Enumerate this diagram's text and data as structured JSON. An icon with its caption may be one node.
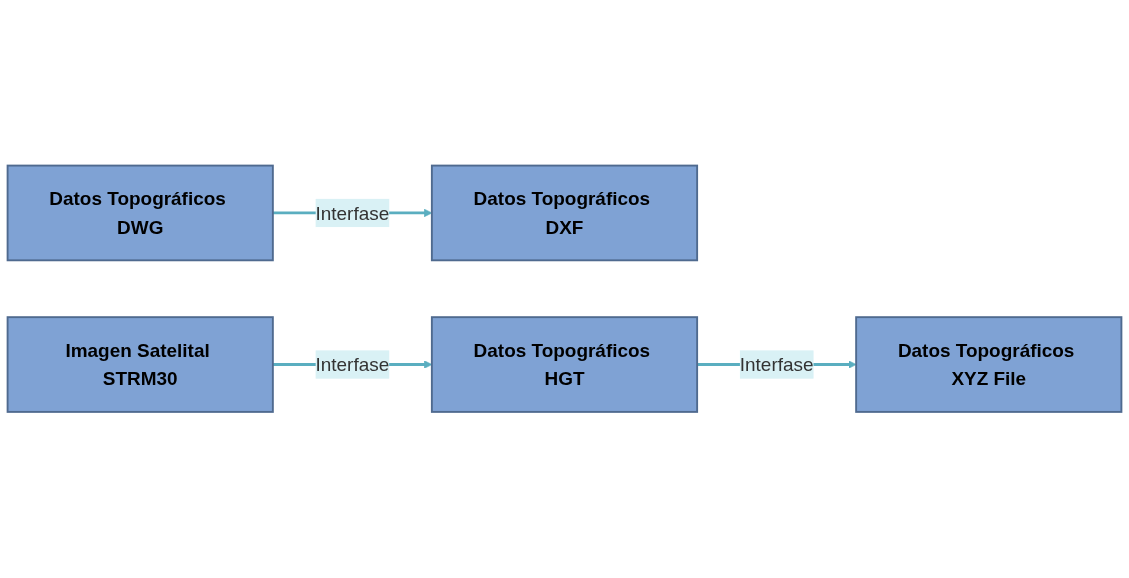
{
  "diagram": {
    "nodes": [
      {
        "text": [
          "Datos Topográficos DWG"
        ]
      },
      {
        "text": [
          "Datos Topográficos DXF"
        ]
      },
      {
        "text": [
          "Datos Topográficos XYZ File"
        ]
      },
      {
        "text": [
          "Imagen Satelital STRM30"
        ]
      },
      {
        "text": [
          "Datos Topográficos HGT"
        ]
      }
    ],
    "edges": [
      {
        "from": 0,
        "to": 1,
        "arrow": "to",
        "label": "Interfase"
      },
      {
        "from": 3,
        "to": 4,
        "arrow": "to",
        "label": "Interfase"
      },
      {
        "from": 4,
        "to": 2,
        "arrow": "to",
        "label": "Interfase"
      }
    ]
  }
}
